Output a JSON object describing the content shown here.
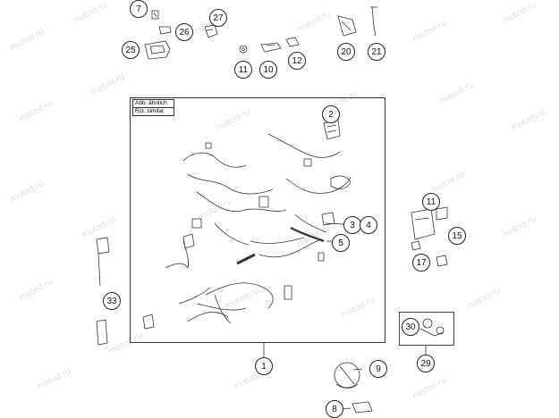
{
  "watermark": "motod.ru",
  "note": {
    "line1": "Abb. ähnlich",
    "line2": "Rct. similar"
  },
  "callouts": {
    "c1": "1",
    "c2": "2",
    "c3": "3",
    "c4": "4",
    "c5": "5",
    "c7": "7",
    "c8": "8",
    "c9": "9",
    "c10": "10",
    "c11a": "11",
    "c11b": "11",
    "c12": "12",
    "c15": "15",
    "c17": "17",
    "c20": "20",
    "c21": "21",
    "c25": "25",
    "c26": "26",
    "c27": "27",
    "c29": "29",
    "c30": "30",
    "c33": "33"
  },
  "colors": {
    "line": "#333333",
    "watermark": "#d9d9d9"
  }
}
